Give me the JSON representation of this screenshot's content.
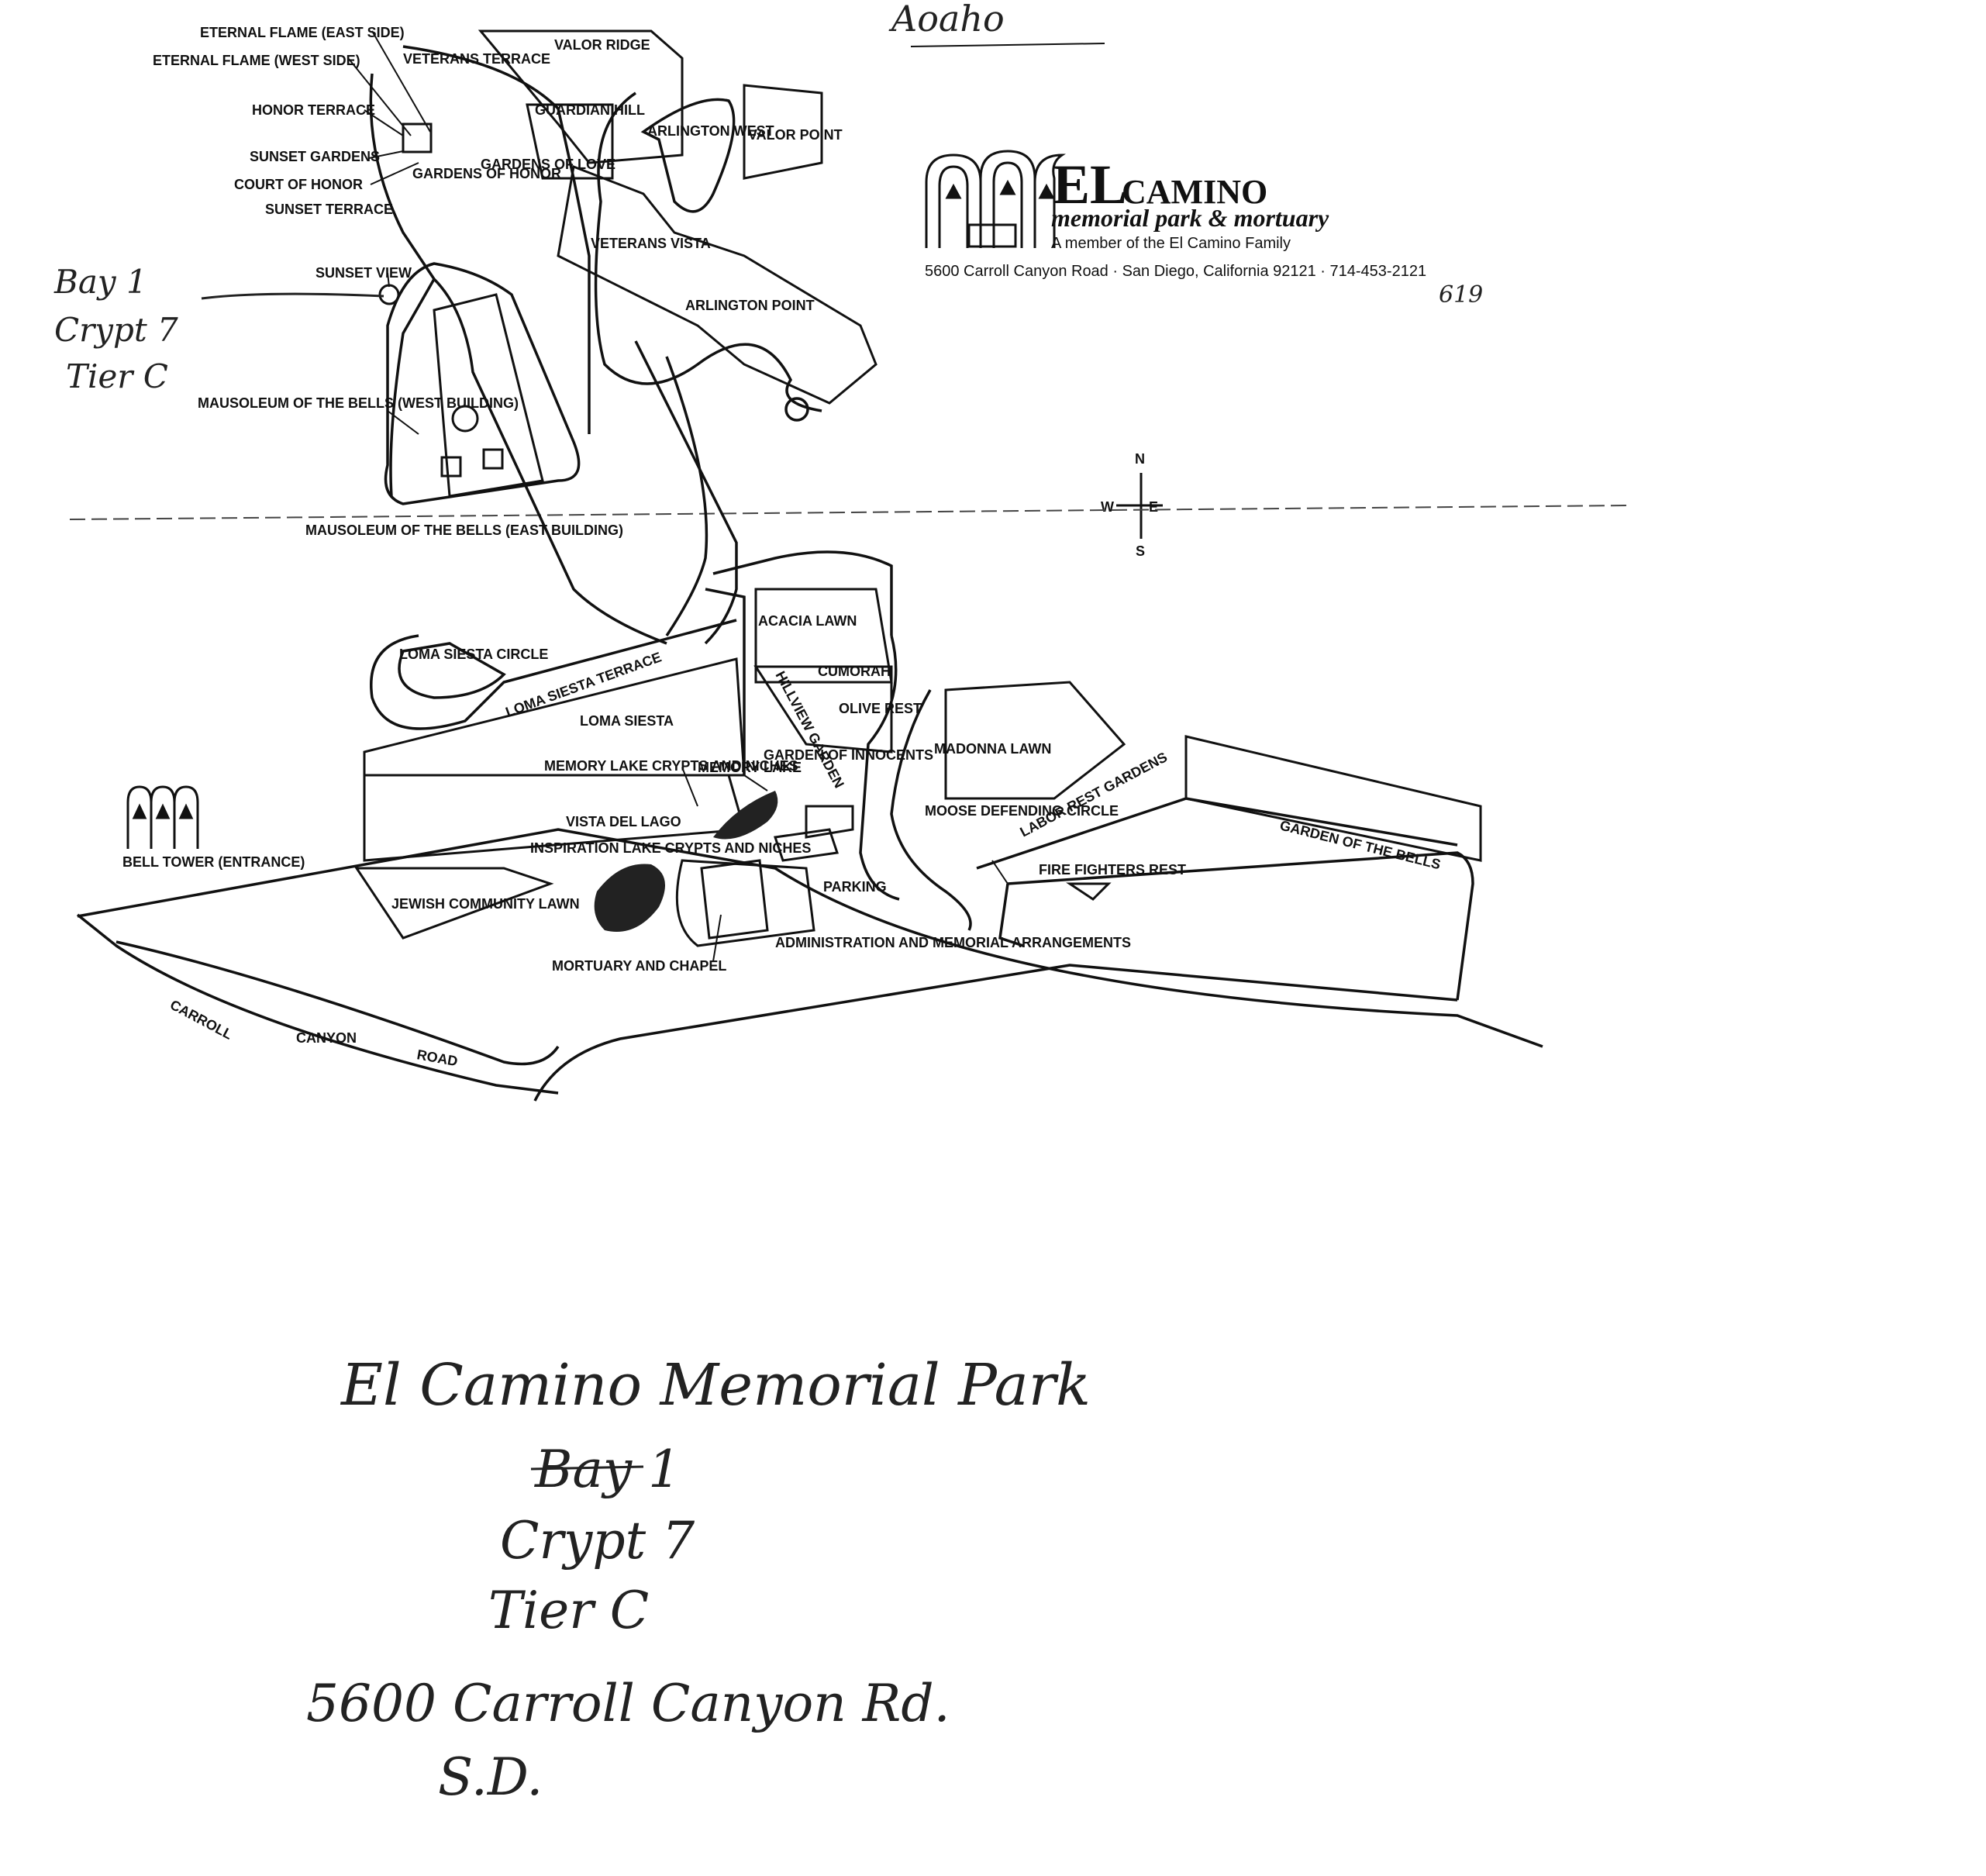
{
  "header": {
    "brand_el": "EL",
    "brand_camino": "CAMINO",
    "tagline": "memorial park & mortuary",
    "member": "A member of the El Camino Family",
    "address": "5600 Carroll Canyon Road · San Diego, California 92121 · 714-453-2121",
    "corrected_area_code": "619",
    "top_handwriting": "Aoaho"
  },
  "compass": {
    "n": "N",
    "s": "S",
    "w": "W",
    "e": "E"
  },
  "map_labels": {
    "eternal_flame_east": "ETERNAL FLAME (EAST SIDE)",
    "eternal_flame_west": "ETERNAL FLAME (WEST SIDE)",
    "veterans_terrace": "VETERANS TERRACE",
    "valor_ridge": "VALOR RIDGE",
    "honor_terrace": "HONOR TERRACE",
    "guardian_hill": "GUARDIAN HILL",
    "arlington_west": "ARLINGTON WEST",
    "valor_point": "VALOR POINT",
    "sunset_gardens": "SUNSET GARDENS",
    "court_of_honor": "COURT OF HONOR",
    "sunset_terrace": "SUNSET TERRACE",
    "gardens_of_honor": "GARDENS OF HONOR",
    "gardens_of_love": "GARDENS OF LOVE",
    "veterans_vista": "VETERANS VISTA",
    "sunset_view": "SUNSET VIEW",
    "arlington_point": "ARLINGTON POINT",
    "mausoleum_west": "MAUSOLEUM OF THE BELLS (WEST BUILDING)",
    "mausoleum_east": "MAUSOLEUM OF THE BELLS (EAST BUILDING)",
    "acacia_lawn": "ACACIA LAWN",
    "loma_siesta_circle": "LOMA SIESTA CIRCLE",
    "loma_siesta_terrace": "LOMA SIESTA TERRACE",
    "cumorah": "CUMORAH",
    "hillview_garden": "HILLVIEW GARDEN",
    "olive_rest": "OLIVE REST",
    "loma_siesta": "LOMA SIESTA",
    "madonna_lawn": "MADONNA LAWN",
    "memory_lake_crypts": "MEMORY LAKE CRYPTS AND NICHES",
    "memory_lake": "MEMORY LAKE",
    "garden_of_innocents": "GARDEN OF INNOCENTS",
    "labor_rest_gardens": "LABOR REST GARDENS",
    "garden_of_the_bells": "GARDEN OF THE BELLS",
    "vista_del_lago": "VISTA DEL LAGO",
    "moose_defending_circle": "MOOSE DEFENDING CIRCLE",
    "bell_tower": "BELL TOWER (ENTRANCE)",
    "inspiration_lake": "INSPIRATION LAKE CRYPTS AND NICHES",
    "fire_fighters_rest": "FIRE FIGHTERS REST",
    "parking": "PARKING",
    "jewish_lawn": "JEWISH COMMUNITY LAWN",
    "admin": "ADMINISTRATION AND MEMORIAL ARRANGEMENTS",
    "mortuary": "MORTUARY AND CHAPEL",
    "road_carroll": "CARROLL",
    "road_canyon": "CANYON",
    "road_road": "ROAD"
  },
  "margin_note": [
    "Bay 1",
    "Crypt 7",
    "Tier C"
  ],
  "handwritten_note": {
    "line1": "El Camino Memorial Park",
    "line2": "Bay 1",
    "line3": "Crypt 7",
    "line4": "Tier C",
    "line5": "5600 Carroll Canyon Rd.",
    "line6": "S.D."
  }
}
